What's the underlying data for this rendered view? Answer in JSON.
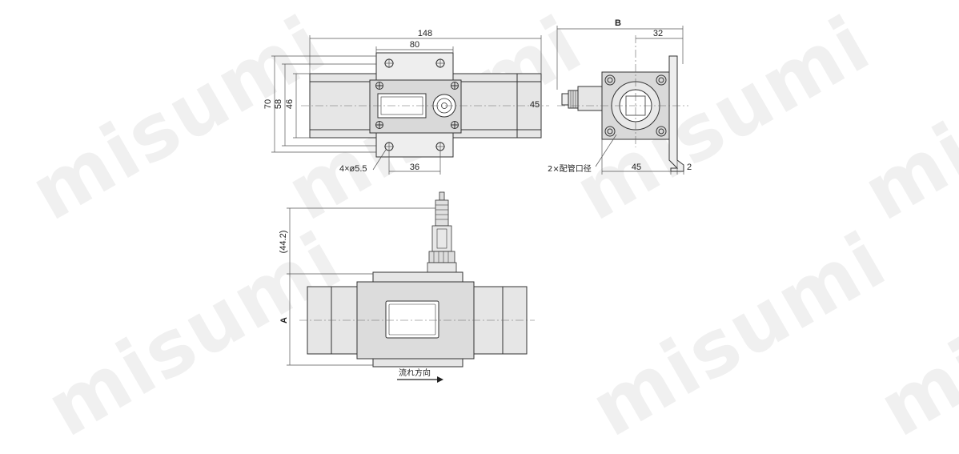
{
  "watermark": {
    "text": "misumi"
  },
  "top_view": {
    "dim_total_length": "148",
    "dim_mount_width": "80",
    "dim_height_70": "70",
    "dim_height_58": "58",
    "dim_height_46": "46",
    "dim_side_45": "45",
    "dim_hole_pitch": "36",
    "hole_note": "4×ø5.5"
  },
  "side_view": {
    "dim_B": "B",
    "dim_32": "32",
    "dim_45": "45",
    "dim_2": "2",
    "port_note": "2×配管口径"
  },
  "front_view": {
    "dim_height": "(44.2)",
    "dim_A": "A",
    "flow_label": "流れ方向"
  },
  "colors": {
    "body_fill": "#e6e6e6",
    "face_fill": "#d9d9d9",
    "line": "#333333"
  }
}
